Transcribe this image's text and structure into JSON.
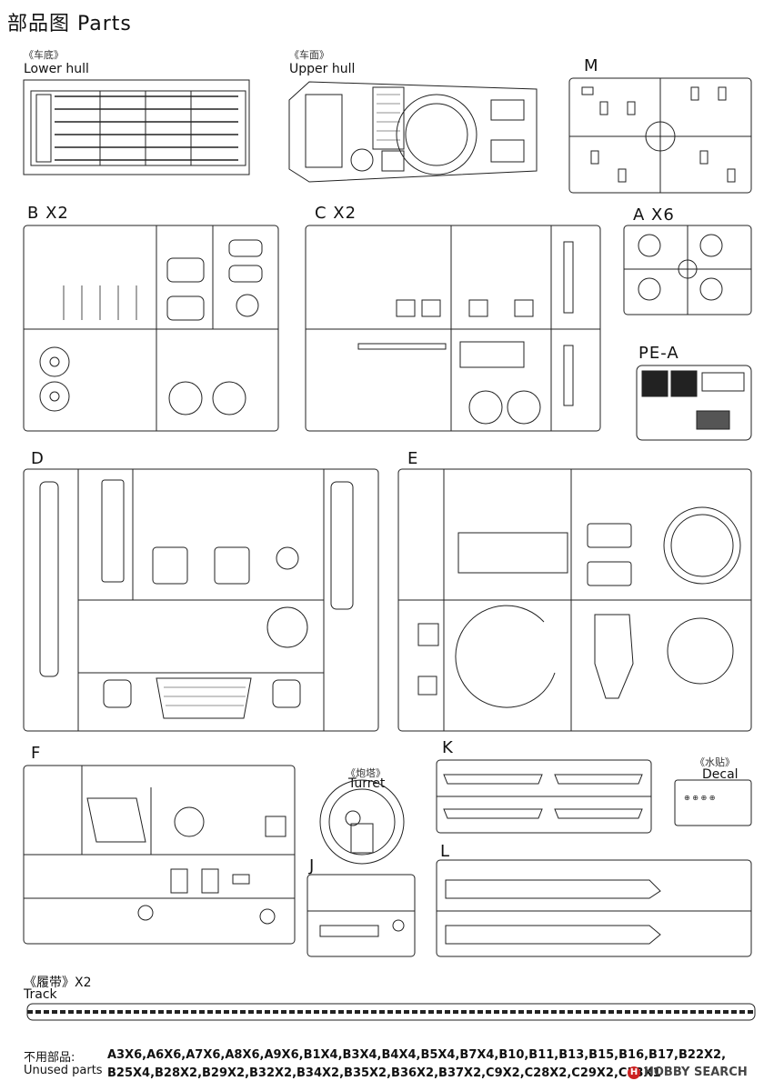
{
  "page": {
    "title": "部品图  Parts"
  },
  "sections": {
    "lower_hull": {
      "cn": "《车底》",
      "en": "Lower hull"
    },
    "upper_hull": {
      "cn": "《车面》",
      "en": "Upper hull"
    },
    "turret": {
      "cn": "《炮塔》",
      "en": "Turret"
    },
    "decal": {
      "cn": "《水贴》",
      "en": "Decal"
    },
    "track": {
      "cn": "《履带》X2",
      "en": "Track"
    }
  },
  "sprues": {
    "M": "M",
    "B": "B X2",
    "C": "C X2",
    "A": "A X6",
    "PE": "PE-A",
    "D": "D",
    "E": "E",
    "F": "F",
    "K": "K",
    "J": "J",
    "L": "L"
  },
  "unused": {
    "label_cn": "不用部品:",
    "label_en": "Unused parts",
    "line1": "A3X6,A6X6,A7X6,A8X6,A9X6,B1X4,B3X4,B4X4,B5X4,B7X4,B10,B11,B13,B15,B16,B17,B22X2,",
    "line2": "B25X4,B28X2,B29X2,B32X2,B34X2,B35X2,B36X2,B37X2,C9X2,C28X2,C29X2,C53X1"
  },
  "watermark": {
    "text": "HOBBY SEARCH",
    "logo": "H"
  }
}
